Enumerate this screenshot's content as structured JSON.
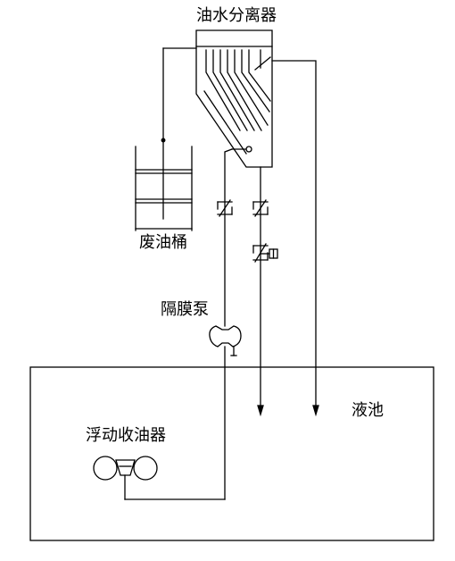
{
  "labels": {
    "separator": "油水分离器",
    "waste_oil_drum": "废油桶",
    "diaphragm_pump": "隔膜泵",
    "floating_skimmer": "浮动收油器",
    "liquid_tank": "液池"
  },
  "colors": {
    "line": "#000000",
    "background": "#ffffff"
  }
}
